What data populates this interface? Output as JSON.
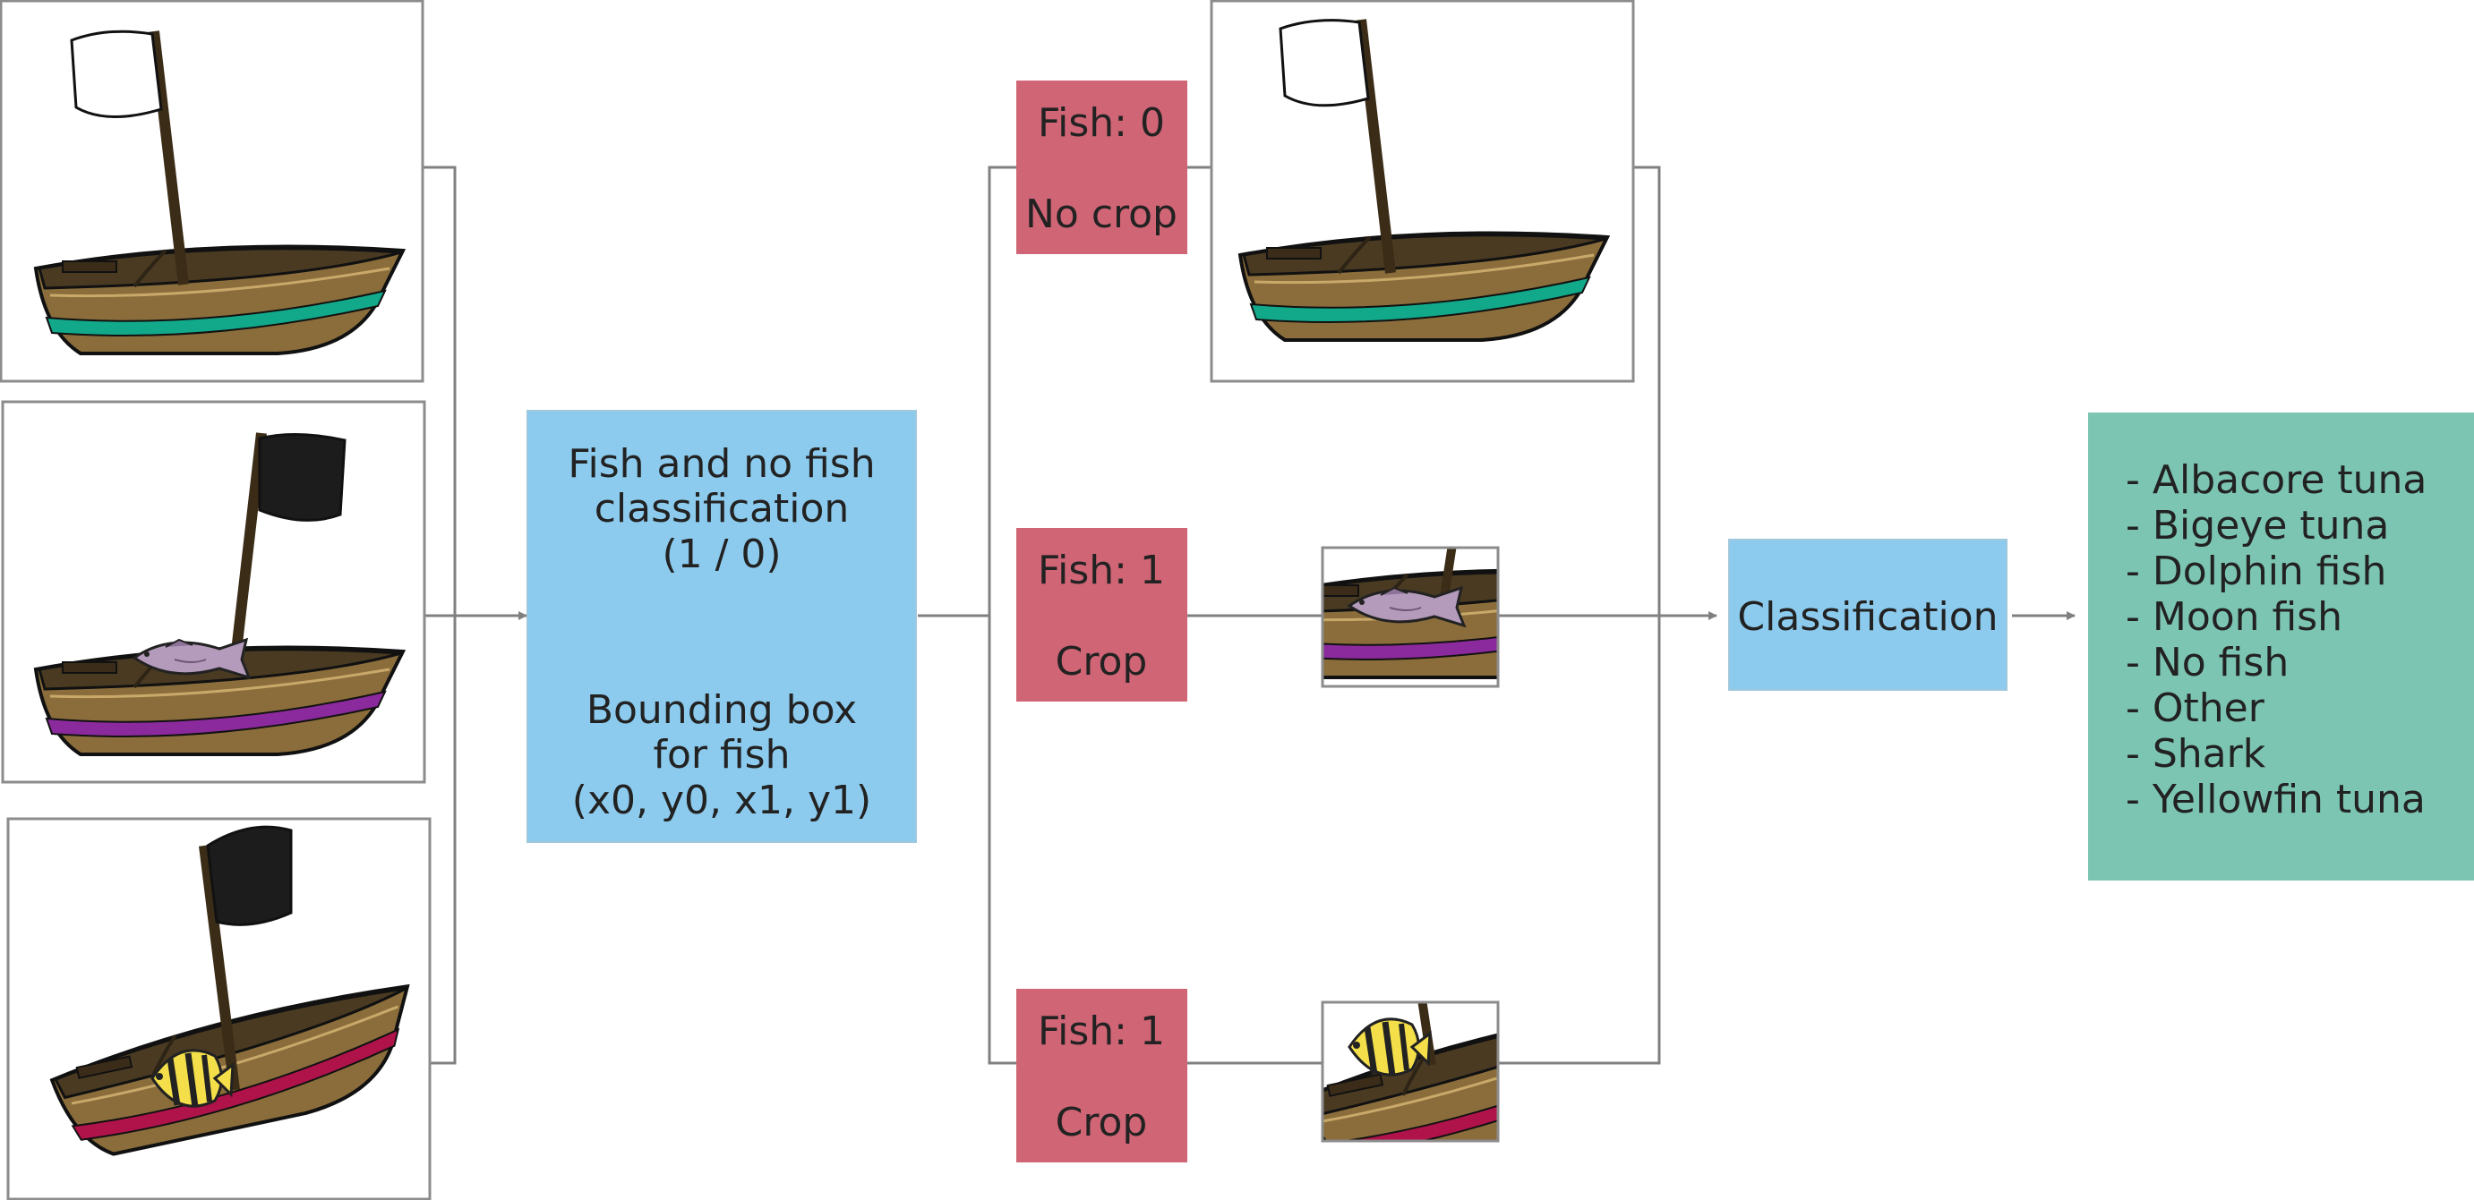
{
  "detector": {
    "line1": "Fish and no fish",
    "line2": "classification",
    "line3": "(1 / 0)",
    "line4": "Bounding box",
    "line5": "for fish",
    "line6": "(x0, y0, x1, y1)"
  },
  "decisions": [
    {
      "label": "Fish: 0",
      "action": "No crop"
    },
    {
      "label": "Fish: 1",
      "action": "Crop"
    },
    {
      "label": "Fish: 1",
      "action": "Crop"
    }
  ],
  "classifier": {
    "label": "Classification"
  },
  "classes": [
    "- Albacore tuna",
    "- Bigeye tuna",
    "- Dolphin fish",
    "- Moon fish",
    "- No fish",
    "- Other",
    "- Shark",
    "- Yellowfin tuna"
  ],
  "colors": {
    "detector_box": "#8ccbed",
    "decision_box": "#cf6575",
    "classifier_box": "#8ccbed",
    "classes_box": "#7cc5b3",
    "connector": "#808080",
    "hull": "#8a6d3b",
    "hull_dark": "#4a3a22",
    "stripe_teal": "#12a98a",
    "stripe_purple": "#8b2a9c",
    "stripe_crimson": "#b0124a",
    "flag_white": "#ffffff",
    "flag_black": "#1c1c1c"
  },
  "icons": {
    "boat": "rowboat-icon",
    "fish_a": "grey-fish-icon",
    "fish_b": "striped-angelfish-icon"
  }
}
